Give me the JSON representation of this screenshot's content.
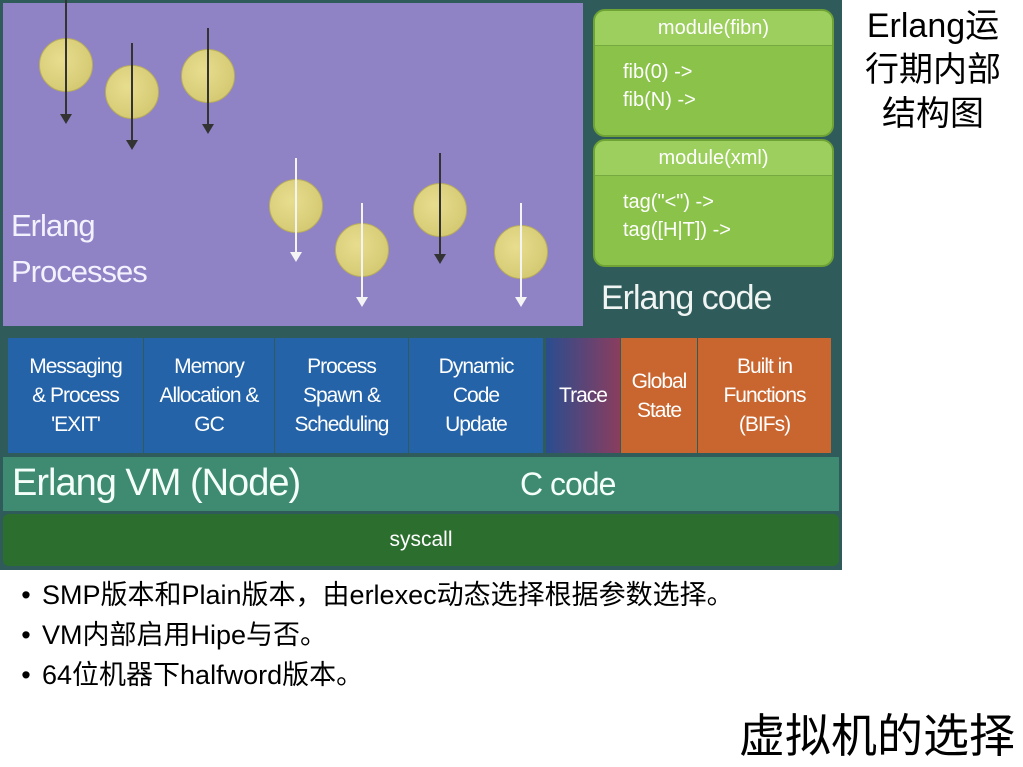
{
  "diagram": {
    "processes_label_line1": "Erlang",
    "processes_label_line2": "Processes",
    "modules": [
      {
        "title": "module(fibn)",
        "lines": [
          "fib(0) ->",
          "fib(N) ->"
        ]
      },
      {
        "title": "module(xml)",
        "lines": [
          "tag(\"<\") ->",
          "tag([H|T]) ->"
        ]
      }
    ],
    "code_label": "Erlang code",
    "vm_components": [
      {
        "lines": [
          "Messaging",
          "& Process",
          "'EXIT'"
        ]
      },
      {
        "lines": [
          "Memory",
          "Allocation &",
          "GC"
        ]
      },
      {
        "lines": [
          "Process",
          "Spawn &",
          "Scheduling"
        ]
      },
      {
        "lines": [
          "Dynamic",
          "Code",
          "Update"
        ]
      },
      {
        "lines": [
          "Trace"
        ]
      },
      {
        "lines": [
          "Global",
          "State"
        ]
      },
      {
        "lines": [
          "Built in",
          "Functions",
          "(BIFs)"
        ]
      }
    ],
    "vm_label": "Erlang VM (Node)",
    "c_code_label": "C code",
    "syscall_label": "syscall",
    "colors": {
      "process_area": "#8f83c6",
      "module_box": "#8bc34a",
      "vm_component": "#2463a8",
      "bif_component": "#c9652e",
      "vm_bar": "#3e8b72",
      "syscall_bar": "#2c6e2e"
    }
  },
  "side_title": [
    "Erlang运",
    "行期内部",
    "结构图"
  ],
  "bullets": [
    "SMP版本和Plain版本，由erlexec动态选择根据参数选择。",
    "VM内部启用Hipe与否。",
    "64位机器下halfword版本。"
  ],
  "slide_title": "虚拟机的选择"
}
